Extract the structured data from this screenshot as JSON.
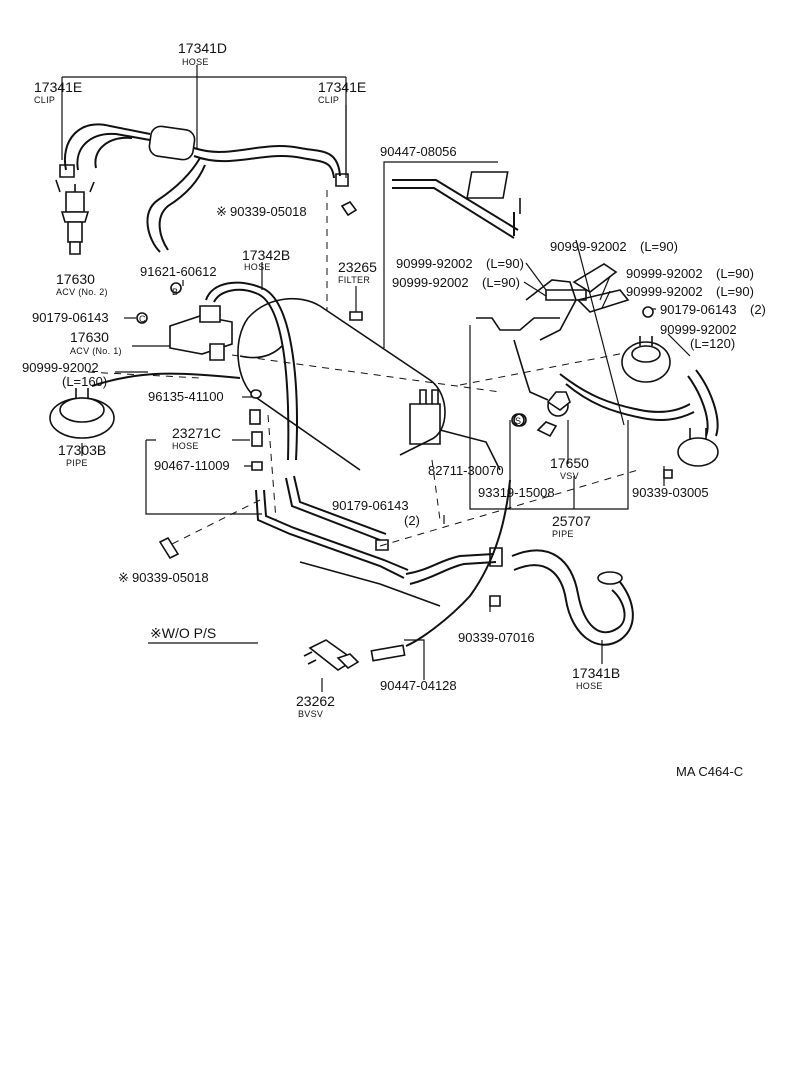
{
  "labels": {
    "hose_17341d": {
      "number": "17341D",
      "name": "HOSE"
    },
    "clip_17341e_left": {
      "number": "17341E",
      "name": "CLIP"
    },
    "clip_17341e_right": {
      "number": "17341E",
      "name": "CLIP"
    },
    "acv2_17630": {
      "number": "17630",
      "name": "ACV (No. 2)"
    },
    "plug_90339_05018_upper": {
      "mark": "※",
      "number": "90339-05018"
    },
    "hose_90447_08056": {
      "number": "90447-08056"
    },
    "hose_17342b": {
      "number": "17342B",
      "name": "HOSE"
    },
    "filter_23265": {
      "number": "23265",
      "name": "FILTER"
    },
    "bolt_91621_60612": {
      "number": "91621-60612",
      "callout": "B"
    },
    "nut_90179_06143_left": {
      "number": "90179-06143",
      "callout": "C"
    },
    "acv1_17630": {
      "number": "17630",
      "name": "ACV (No. 1)"
    },
    "hose_90999_92002_l160": {
      "number": "90999-92002",
      "length": "(L=160)"
    },
    "hose_90999_92002_a": {
      "number": "90999-92002",
      "length": "(L=90)"
    },
    "hose_90999_92002_b": {
      "number": "90999-92002",
      "length": "(L=90)"
    },
    "hose_90999_92002_c": {
      "number": "90999-92002",
      "length": "(L=90)"
    },
    "hose_90999_92002_d": {
      "number": "90999-92002",
      "length": "(L=90)"
    },
    "hose_90999_92002_e": {
      "number": "90999-92002",
      "length": "(L=90)"
    },
    "nut_90179_06143_right": {
      "number": "90179-06143",
      "qty": "(2)"
    },
    "hose_90999_92002_l120": {
      "number": "90999-92002",
      "length": "(L=120)"
    },
    "clamp_96135_41100": {
      "number": "96135-41100"
    },
    "hose_23271c": {
      "number": "23271C",
      "name": "HOSE"
    },
    "pipe_17303b": {
      "number": "17303B",
      "name": "PIPE"
    },
    "clip_90467_11009": {
      "number": "90467-11009"
    },
    "clamp_82711_30070": {
      "number": "82711-30070"
    },
    "vsv_17650": {
      "number": "17650",
      "name": "VSV"
    },
    "screw_93319_15008": {
      "number": "93319-15008",
      "callout": "S"
    },
    "plug_90339_03005": {
      "number": "90339-03005"
    },
    "pipe_25707": {
      "number": "25707",
      "name": "PIPE"
    },
    "nut_90179_06143_lower": {
      "number": "90179-06143",
      "qty": "(2)"
    },
    "plug_90339_05018_lower": {
      "mark": "※",
      "number": "90339-05018"
    },
    "note_wo_ps": {
      "text": "※W/O  P/S"
    },
    "plug_90339_07016": {
      "number": "90339-07016"
    },
    "bvsv_23262": {
      "number": "23262",
      "name": "BVSV"
    },
    "hose_90447_04128": {
      "number": "90447-04128"
    },
    "hose_17341b": {
      "number": "17341B",
      "name": "HOSE"
    },
    "drawing_code": {
      "text": "MA C464-C"
    }
  }
}
